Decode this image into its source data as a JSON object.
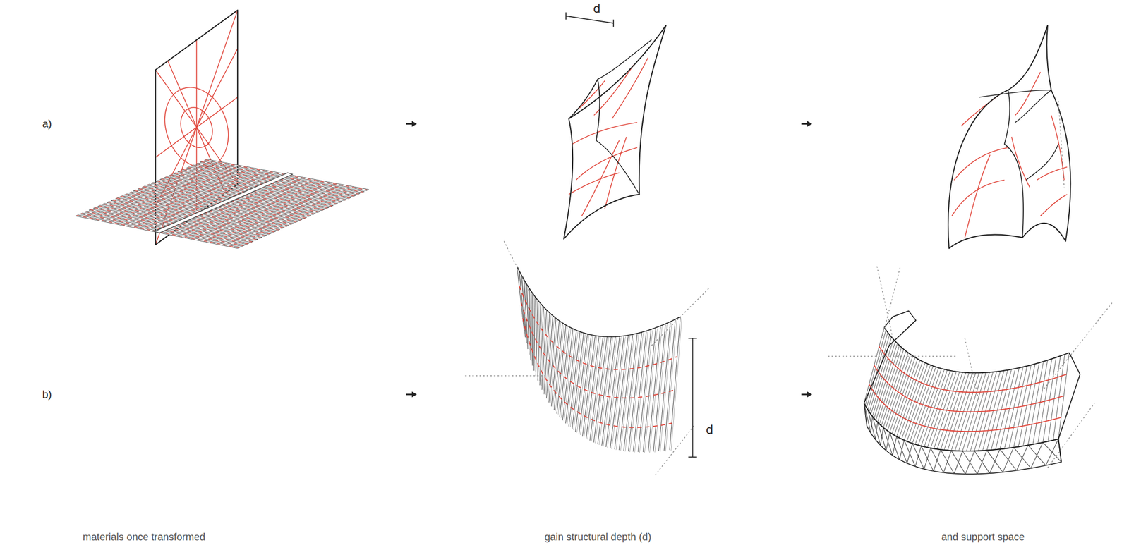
{
  "diagram": {
    "labels": [
      "a)",
      "d",
      "b)",
      "d",
      "materials once transformed",
      "gain structural depth (d)",
      "and support space"
    ]
  }
}
